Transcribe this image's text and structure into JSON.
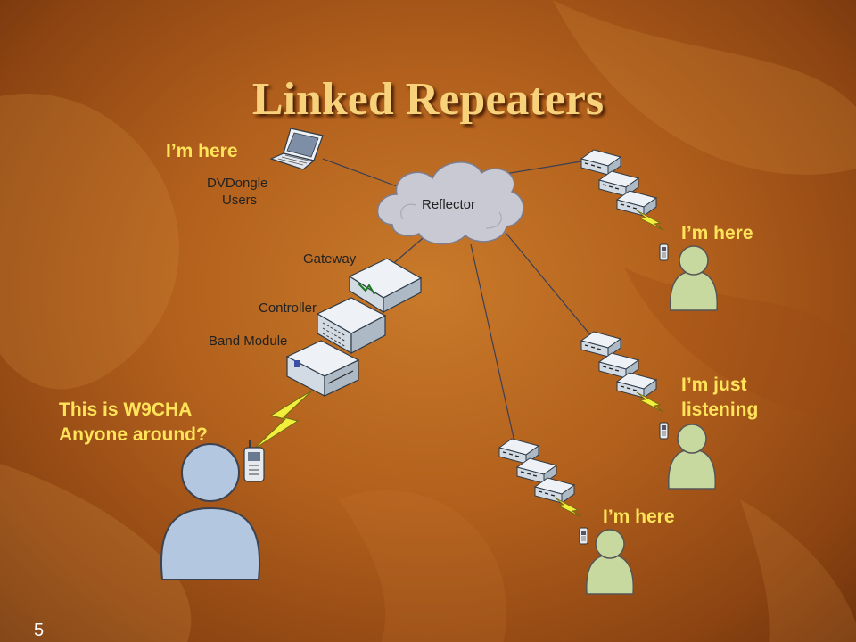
{
  "slide": {
    "title": "Linked Repeaters",
    "page_number": "5"
  },
  "diagram": {
    "hub": {
      "label": "Reflector"
    },
    "devices": {
      "laptop_label_line1": "DVDongle",
      "laptop_label_line2": "Users",
      "gateway": "Gateway",
      "controller": "Controller",
      "band_module": "Band Module"
    },
    "callouts": {
      "dongle_user": "I’m here",
      "remote_top": "I’m here",
      "remote_middle_line1": "I’m just",
      "remote_middle_line2": "listening",
      "remote_bottom": "I’m here",
      "local_user_line1": "This is W9CHA",
      "local_user_line2": "Anyone around?"
    }
  },
  "colors": {
    "title": "#f7d27a",
    "callout": "#ffe45a",
    "person_light": "#c8d9a0",
    "person_local": "#b3c8e0",
    "lightning": "#f2ee3c",
    "background": "#b15f1c"
  }
}
